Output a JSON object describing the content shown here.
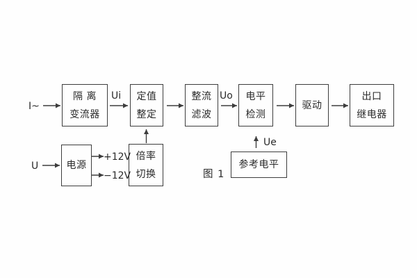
{
  "figure": {
    "caption": "图 1",
    "colors": {
      "line": "#3d3d3d",
      "text": "#2b2b2b",
      "background": "#ffffff"
    }
  },
  "blocks": {
    "isolation_transformer": {
      "line1": "隔 离",
      "line2": "变流器"
    },
    "setpoint_adjust": {
      "line1": "定值",
      "line2": "整定"
    },
    "rectifier_filter": {
      "line1": "整流",
      "line2": "滤波"
    },
    "level_detector": {
      "line1": "电平",
      "line2": "检测"
    },
    "driver": {
      "line1": "驱动"
    },
    "output_relay": {
      "line1": "出口",
      "line2": "继电器"
    },
    "power_supply": {
      "line1": "电源"
    },
    "ratio_switch": {
      "line1": "倍率",
      "line2": "切换"
    },
    "reference_level": {
      "line1": "参考电平"
    }
  },
  "labels": {
    "input_current": "I~",
    "input_voltage": "U",
    "ui": "Ui",
    "uo": "Uo",
    "ue": "Ue",
    "plus_12v": "+12V",
    "minus_12v": "−12V"
  }
}
